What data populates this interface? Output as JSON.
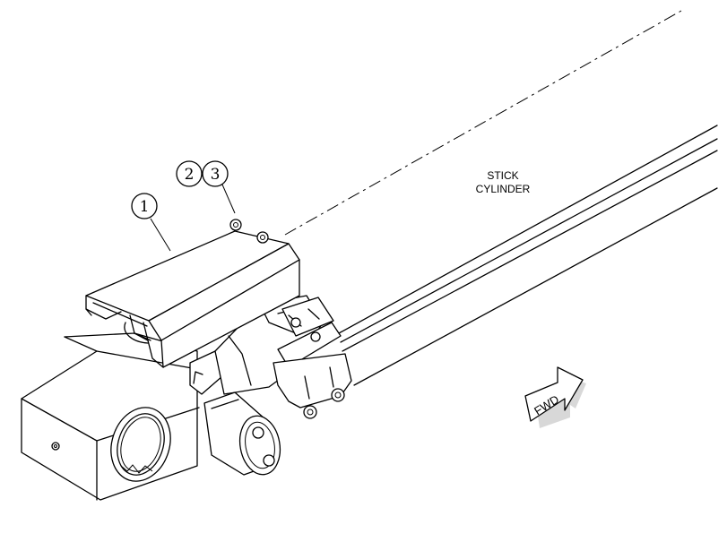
{
  "callouts": [
    {
      "number": "1"
    },
    {
      "number": "2"
    },
    {
      "number": "3"
    }
  ],
  "labels": {
    "stick_line1": "STICK",
    "stick_line2": "CYLINDER",
    "direction": "FWD"
  }
}
